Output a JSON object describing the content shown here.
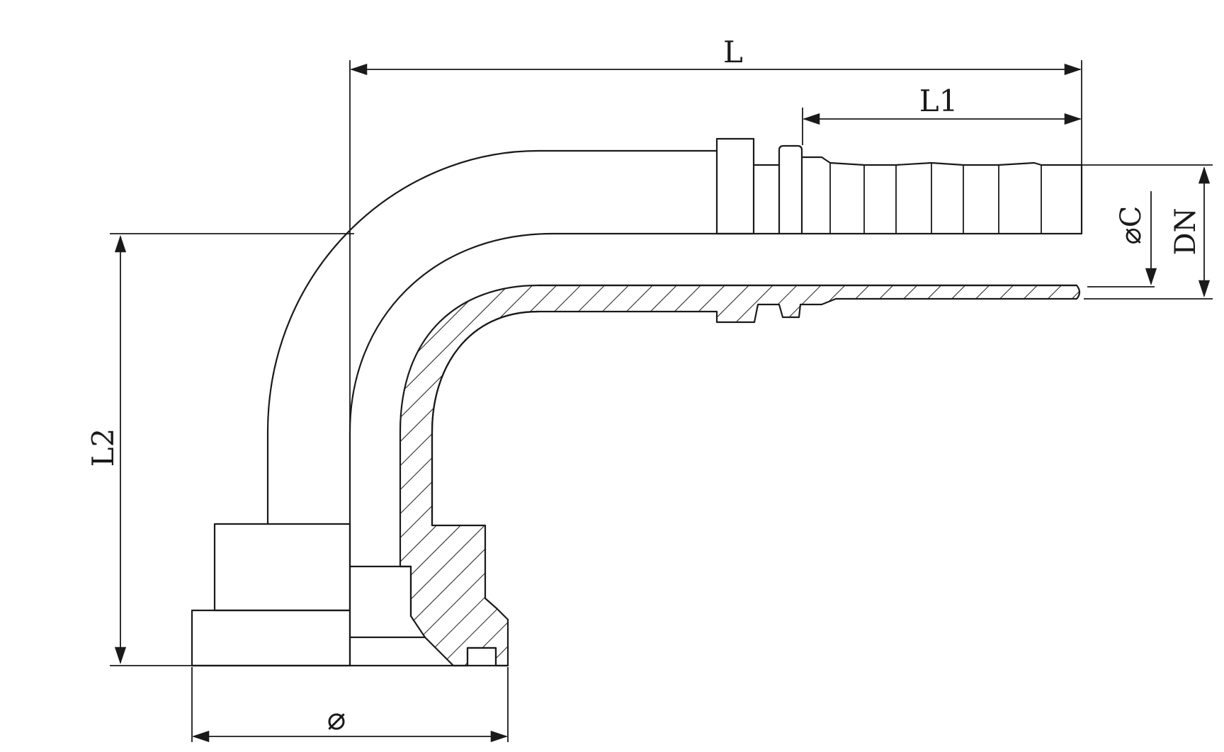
{
  "dimensions": {
    "L": "L",
    "L1": "L1",
    "L2": "L2",
    "diameter": "⌀",
    "diameter_c": "⌀C",
    "dn": "DN"
  },
  "colors": {
    "line": "#1a1a1a",
    "background": "#ffffff"
  }
}
